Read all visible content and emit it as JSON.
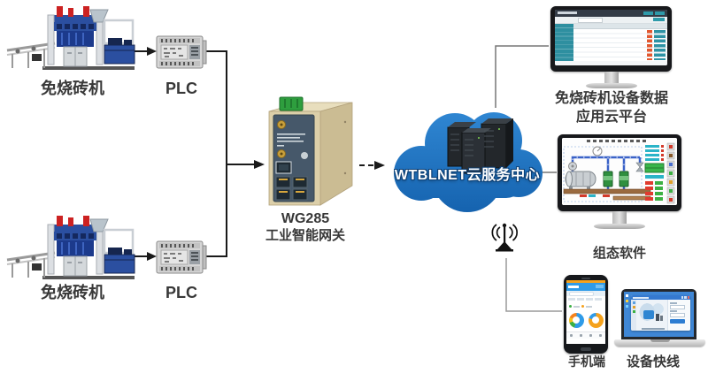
{
  "diagram": {
    "machine_top": {
      "label": "免烧砖机"
    },
    "machine_bottom": {
      "label": "免烧砖机"
    },
    "plc_top": {
      "label": "PLC"
    },
    "plc_bottom": {
      "label": "PLC"
    },
    "gateway": {
      "model": "WG285",
      "type_label": "工业智能网关"
    },
    "cloud": {
      "label": "WTBLNET云服务中心"
    },
    "cloud_platform": {
      "label_line1": "免烧砖机设备数据",
      "label_line2": "应用云平台"
    },
    "scada": {
      "label": "组态软件"
    },
    "mobile": {
      "label": "手机端"
    },
    "device_express": {
      "label": "设备快线"
    }
  },
  "colors": {
    "cloud_blue": "#1d71be",
    "machine_blue": "#2b4fa0",
    "machine_red": "#cc2222",
    "gateway_body": "#dccfa9",
    "gateway_panel": "#46586a",
    "dashboard_teal": "#2e8fa0",
    "dashboard_red": "#e2572f",
    "phone_orange": "#f5a21d",
    "phone_blue": "#2f9be8",
    "connector_black": "#1a1a1a",
    "connector_gray": "#888888"
  }
}
